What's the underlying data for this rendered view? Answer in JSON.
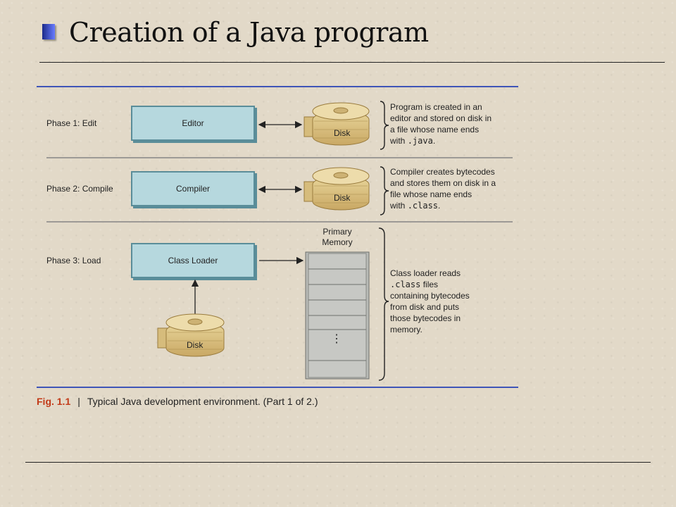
{
  "slide": {
    "title": "Creation of a Java program"
  },
  "phases": [
    {
      "label": "Phase 1: Edit",
      "box": "Editor",
      "disk": "Disk",
      "desc_lines": [
        "Program is created in an",
        "editor and stored on disk in",
        "a file whose name ends"
      ],
      "desc_last_prefix": "with ",
      "desc_last_code": ".java",
      "desc_last_suffix": "."
    },
    {
      "label": "Phase 2: Compile",
      "box": "Compiler",
      "disk": "Disk",
      "desc_lines": [
        "Compiler creates bytecodes",
        "and stores them on disk in a",
        "file whose name ends"
      ],
      "desc_last_prefix": "with ",
      "desc_last_code": ".class",
      "desc_last_suffix": "."
    },
    {
      "label": "Phase 3: Load",
      "box": "Class Loader",
      "disk": "Disk",
      "desc_first_code": ".class",
      "desc_first_suffix": " files",
      "desc_head": "Class loader reads",
      "desc_lines": [
        "containing bytecodes",
        "from disk and puts",
        "those bytecodes in",
        "memory."
      ]
    }
  ],
  "memory": {
    "line1": "Primary",
    "line2": "Memory",
    "ellipsis": "⋮"
  },
  "caption": {
    "fig": "Fig. 1.1",
    "separator": "|",
    "text": "Typical Java development environment. (Part 1 of 2.)"
  }
}
